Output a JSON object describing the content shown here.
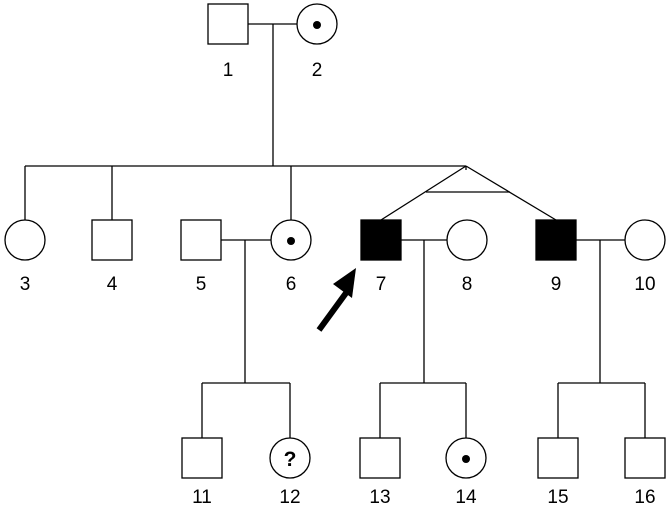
{
  "individuals": [
    {
      "id": "1",
      "sex": "male",
      "status": "unaffected"
    },
    {
      "id": "2",
      "sex": "female",
      "status": "carrier"
    },
    {
      "id": "3",
      "sex": "female",
      "status": "unaffected"
    },
    {
      "id": "4",
      "sex": "male",
      "status": "unaffected"
    },
    {
      "id": "5",
      "sex": "male",
      "status": "unaffected"
    },
    {
      "id": "6",
      "sex": "female",
      "status": "carrier"
    },
    {
      "id": "7",
      "sex": "male",
      "status": "affected",
      "proband": true
    },
    {
      "id": "8",
      "sex": "female",
      "status": "unaffected"
    },
    {
      "id": "9",
      "sex": "male",
      "status": "affected"
    },
    {
      "id": "10",
      "sex": "female",
      "status": "unaffected"
    },
    {
      "id": "11",
      "sex": "male",
      "status": "unaffected"
    },
    {
      "id": "12",
      "sex": "female",
      "status": "unknown",
      "mark": "?"
    },
    {
      "id": "13",
      "sex": "male",
      "status": "unaffected"
    },
    {
      "id": "14",
      "sex": "female",
      "status": "carrier"
    },
    {
      "id": "15",
      "sex": "male",
      "status": "unaffected"
    },
    {
      "id": "16",
      "sex": "male",
      "status": "unaffected"
    }
  ],
  "relationships": {
    "couples": [
      [
        "1",
        "2"
      ],
      [
        "5",
        "6"
      ],
      [
        "7",
        "8"
      ],
      [
        "9",
        "10"
      ]
    ],
    "twins": [
      [
        "7",
        "9"
      ]
    ],
    "children": {
      "1-2": [
        "3",
        "4",
        "6",
        "7",
        "9"
      ],
      "5-6": [
        "11",
        "12"
      ],
      "7-8": [
        "13",
        "14"
      ],
      "9-10": [
        "15",
        "16"
      ]
    }
  },
  "colors": {
    "affected": "#000000",
    "unaffected": "#ffffff",
    "line": "#000000"
  }
}
